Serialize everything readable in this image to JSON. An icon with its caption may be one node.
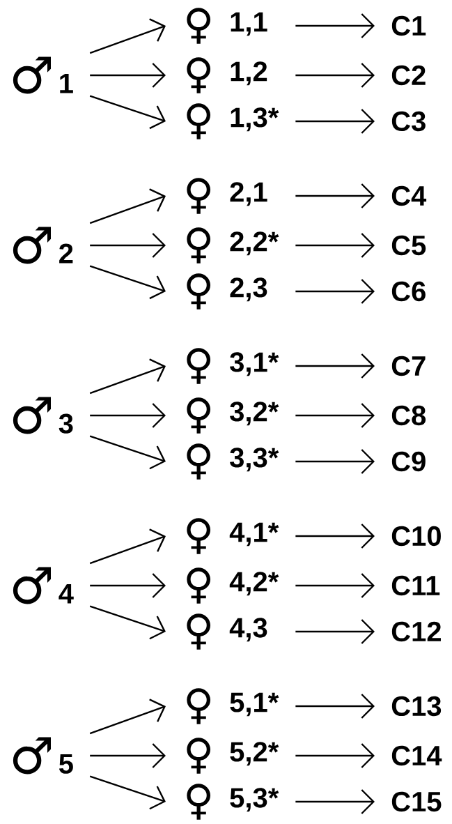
{
  "diagram": {
    "nodes": [
      {
        "text": [
          "♂",
          "1"
        ]
      },
      {
        "text": [
          "♀",
          "1,1"
        ]
      },
      {
        "text": [
          "C1"
        ]
      },
      {
        "text": [
          "♀",
          "1,2"
        ]
      },
      {
        "text": [
          "C2"
        ]
      },
      {
        "text": [
          "♀",
          "1,3*"
        ]
      },
      {
        "text": [
          "C3"
        ]
      },
      {
        "text": [
          "♂",
          "2"
        ]
      },
      {
        "text": [
          "♀",
          "2,1"
        ]
      },
      {
        "text": [
          "C4"
        ]
      },
      {
        "text": [
          "♀",
          "2,2*"
        ]
      },
      {
        "text": [
          "C5"
        ]
      },
      {
        "text": [
          "♀",
          "2,3"
        ]
      },
      {
        "text": [
          "C6"
        ]
      },
      {
        "text": [
          "♂",
          "3"
        ]
      },
      {
        "text": [
          "♀",
          "3,1*"
        ]
      },
      {
        "text": [
          "C7"
        ]
      },
      {
        "text": [
          "♀",
          "3,2*"
        ]
      },
      {
        "text": [
          "C8"
        ]
      },
      {
        "text": [
          "♀",
          "3,3*"
        ]
      },
      {
        "text": [
          "C9"
        ]
      },
      {
        "text": [
          "♂",
          "4"
        ]
      },
      {
        "text": [
          "♀",
          "4,1*"
        ]
      },
      {
        "text": [
          "C10"
        ]
      },
      {
        "text": [
          "♀",
          "4,2*"
        ]
      },
      {
        "text": [
          "C11"
        ]
      },
      {
        "text": [
          "♀",
          "4,3"
        ]
      },
      {
        "text": [
          "C12"
        ]
      },
      {
        "text": [
          "♂",
          "5"
        ]
      },
      {
        "text": [
          "♀",
          "5,1*"
        ]
      },
      {
        "text": [
          "C13"
        ]
      },
      {
        "text": [
          "♀",
          "5,2*"
        ]
      },
      {
        "text": [
          "C14"
        ]
      },
      {
        "text": [
          "♀",
          "5,3*"
        ]
      },
      {
        "text": [
          "C15"
        ]
      }
    ],
    "edges": [
      {
        "from": 0,
        "to": 1,
        "arrow": "to"
      },
      {
        "from": 0,
        "to": 3,
        "arrow": "to"
      },
      {
        "from": 0,
        "to": 5,
        "arrow": "to"
      },
      {
        "from": 1,
        "to": 2,
        "arrow": "to"
      },
      {
        "from": 3,
        "to": 4,
        "arrow": "to"
      },
      {
        "from": 5,
        "to": 6,
        "arrow": "to"
      },
      {
        "from": 7,
        "to": 8,
        "arrow": "to"
      },
      {
        "from": 7,
        "to": 10,
        "arrow": "to"
      },
      {
        "from": 7,
        "to": 12,
        "arrow": "to"
      },
      {
        "from": 8,
        "to": 9,
        "arrow": "to"
      },
      {
        "from": 10,
        "to": 11,
        "arrow": "to"
      },
      {
        "from": 12,
        "to": 13,
        "arrow": "to"
      },
      {
        "from": 14,
        "to": 15,
        "arrow": "to"
      },
      {
        "from": 14,
        "to": 17,
        "arrow": "to"
      },
      {
        "from": 14,
        "to": 19,
        "arrow": "to"
      },
      {
        "from": 15,
        "to": 16,
        "arrow": "to"
      },
      {
        "from": 17,
        "to": 18,
        "arrow": "to"
      },
      {
        "from": 19,
        "to": 20,
        "arrow": "to"
      },
      {
        "from": 21,
        "to": 22,
        "arrow": "to"
      },
      {
        "from": 21,
        "to": 24,
        "arrow": "to"
      },
      {
        "from": 21,
        "to": 26,
        "arrow": "to"
      },
      {
        "from": 22,
        "to": 23,
        "arrow": "to"
      },
      {
        "from": 24,
        "to": 25,
        "arrow": "to"
      },
      {
        "from": 26,
        "to": 27,
        "arrow": "to"
      },
      {
        "from": 28,
        "to": 29,
        "arrow": "to"
      },
      {
        "from": 28,
        "to": 31,
        "arrow": "to"
      },
      {
        "from": 28,
        "to": 33,
        "arrow": "to"
      },
      {
        "from": 29,
        "to": 30,
        "arrow": "to"
      },
      {
        "from": 31,
        "to": 32,
        "arrow": "to"
      },
      {
        "from": 33,
        "to": 34,
        "arrow": "to"
      }
    ]
  }
}
